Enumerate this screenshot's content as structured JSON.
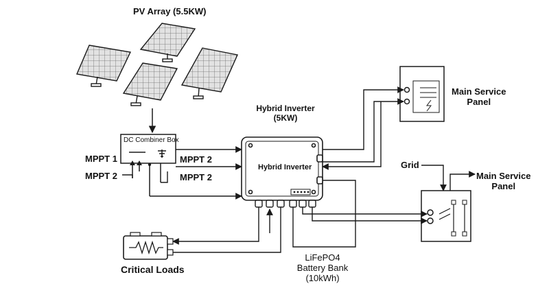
{
  "pv_array": {
    "title": "PV Array (5.5KW)"
  },
  "combiner": {
    "label": "DC Combiner Box"
  },
  "inverter": {
    "title_line1": "Hybrid Inverter",
    "title_line2": "(5KW)",
    "body_label": "Hybrid Inverter"
  },
  "mppt": {
    "left_1": "MPPT 1",
    "left_2": "MPPT 2",
    "right_1": "MPPT 2",
    "right_2": "MPPT 2"
  },
  "service_panel_top": {
    "label_line1": "Main Service",
    "label_line2": "Panel"
  },
  "service_panel_right": {
    "label_line1": "Main Service",
    "label_line2": "Panel"
  },
  "grid": {
    "label": "Grid"
  },
  "critical_loads": {
    "label": "Critical Loads"
  },
  "battery": {
    "line1": "LiFePO4",
    "line2": "Battery Bank",
    "line3": "(10kWh)"
  },
  "colors": {
    "stroke": "#1a1a1a",
    "panel_fill": "#dcdcdc",
    "background": "#ffffff"
  }
}
